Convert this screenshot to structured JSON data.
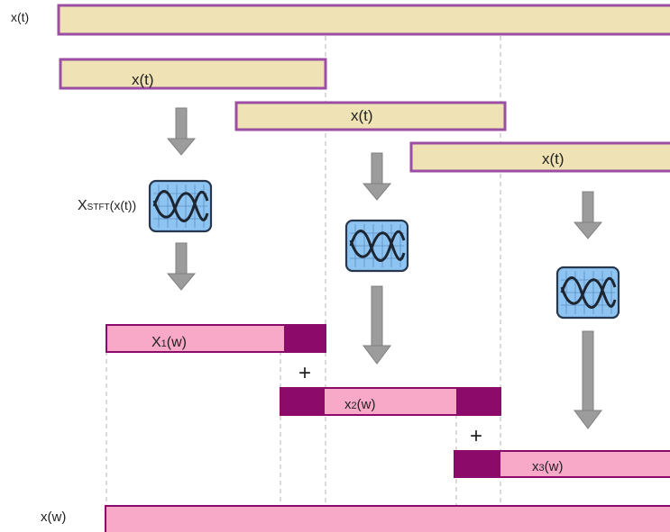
{
  "labels": {
    "signal_top": "x(t)",
    "segment_1": "x(t)",
    "segment_2": "x(t)",
    "segment_3": "x(t)",
    "stft_label": "XSTFT(x(t))",
    "stft_label_main": "X",
    "stft_label_sub": "STFT",
    "stft_label_tail": "(x(t))",
    "spectrum_1": "X1(w)",
    "spectrum_1_main": "X",
    "spectrum_1_sub": "1",
    "spectrum_1_tail": "(w)",
    "spectrum_2": "x2(w)",
    "spectrum_2_main": "x",
    "spectrum_2_sub": "2",
    "spectrum_2_tail": "(w)",
    "spectrum_3": "x3(w)",
    "spectrum_3_main": "x",
    "spectrum_3_sub": "3",
    "spectrum_3_tail": "(w)",
    "plus_1": "+",
    "plus_2": "+",
    "result": "x(w)"
  },
  "colors": {
    "signal_fill": "#efe3b5",
    "signal_border": "#9b4fa3",
    "spectrum_fill": "#f8a9c8",
    "overlap_fill": "#8c0a6a",
    "arrow": "#9c9c9c",
    "icon_bg": "#8ec4f2",
    "icon_border": "#27384e",
    "guide": "#b5b5b5"
  },
  "icons": [
    "oscilloscope-icon",
    "down-arrow-icon",
    "plus-icon"
  ]
}
